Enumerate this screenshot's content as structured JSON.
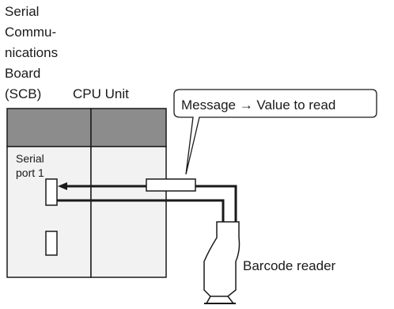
{
  "labels": {
    "scb_lines": [
      "Serial",
      "Commu-",
      "nications",
      "Board",
      "(SCB)"
    ],
    "cpu_unit": "CPU Unit",
    "serial_port_lines": [
      "Serial",
      "port 1"
    ],
    "message_callout": "Message → Value to read",
    "barcode_reader": "Barcode reader"
  },
  "colors": {
    "unit_header_fill": "#8c8c8c",
    "unit_body_fill": "#f2f2f2",
    "stroke": "#1a1a1a",
    "text": "#1a1a1a"
  }
}
